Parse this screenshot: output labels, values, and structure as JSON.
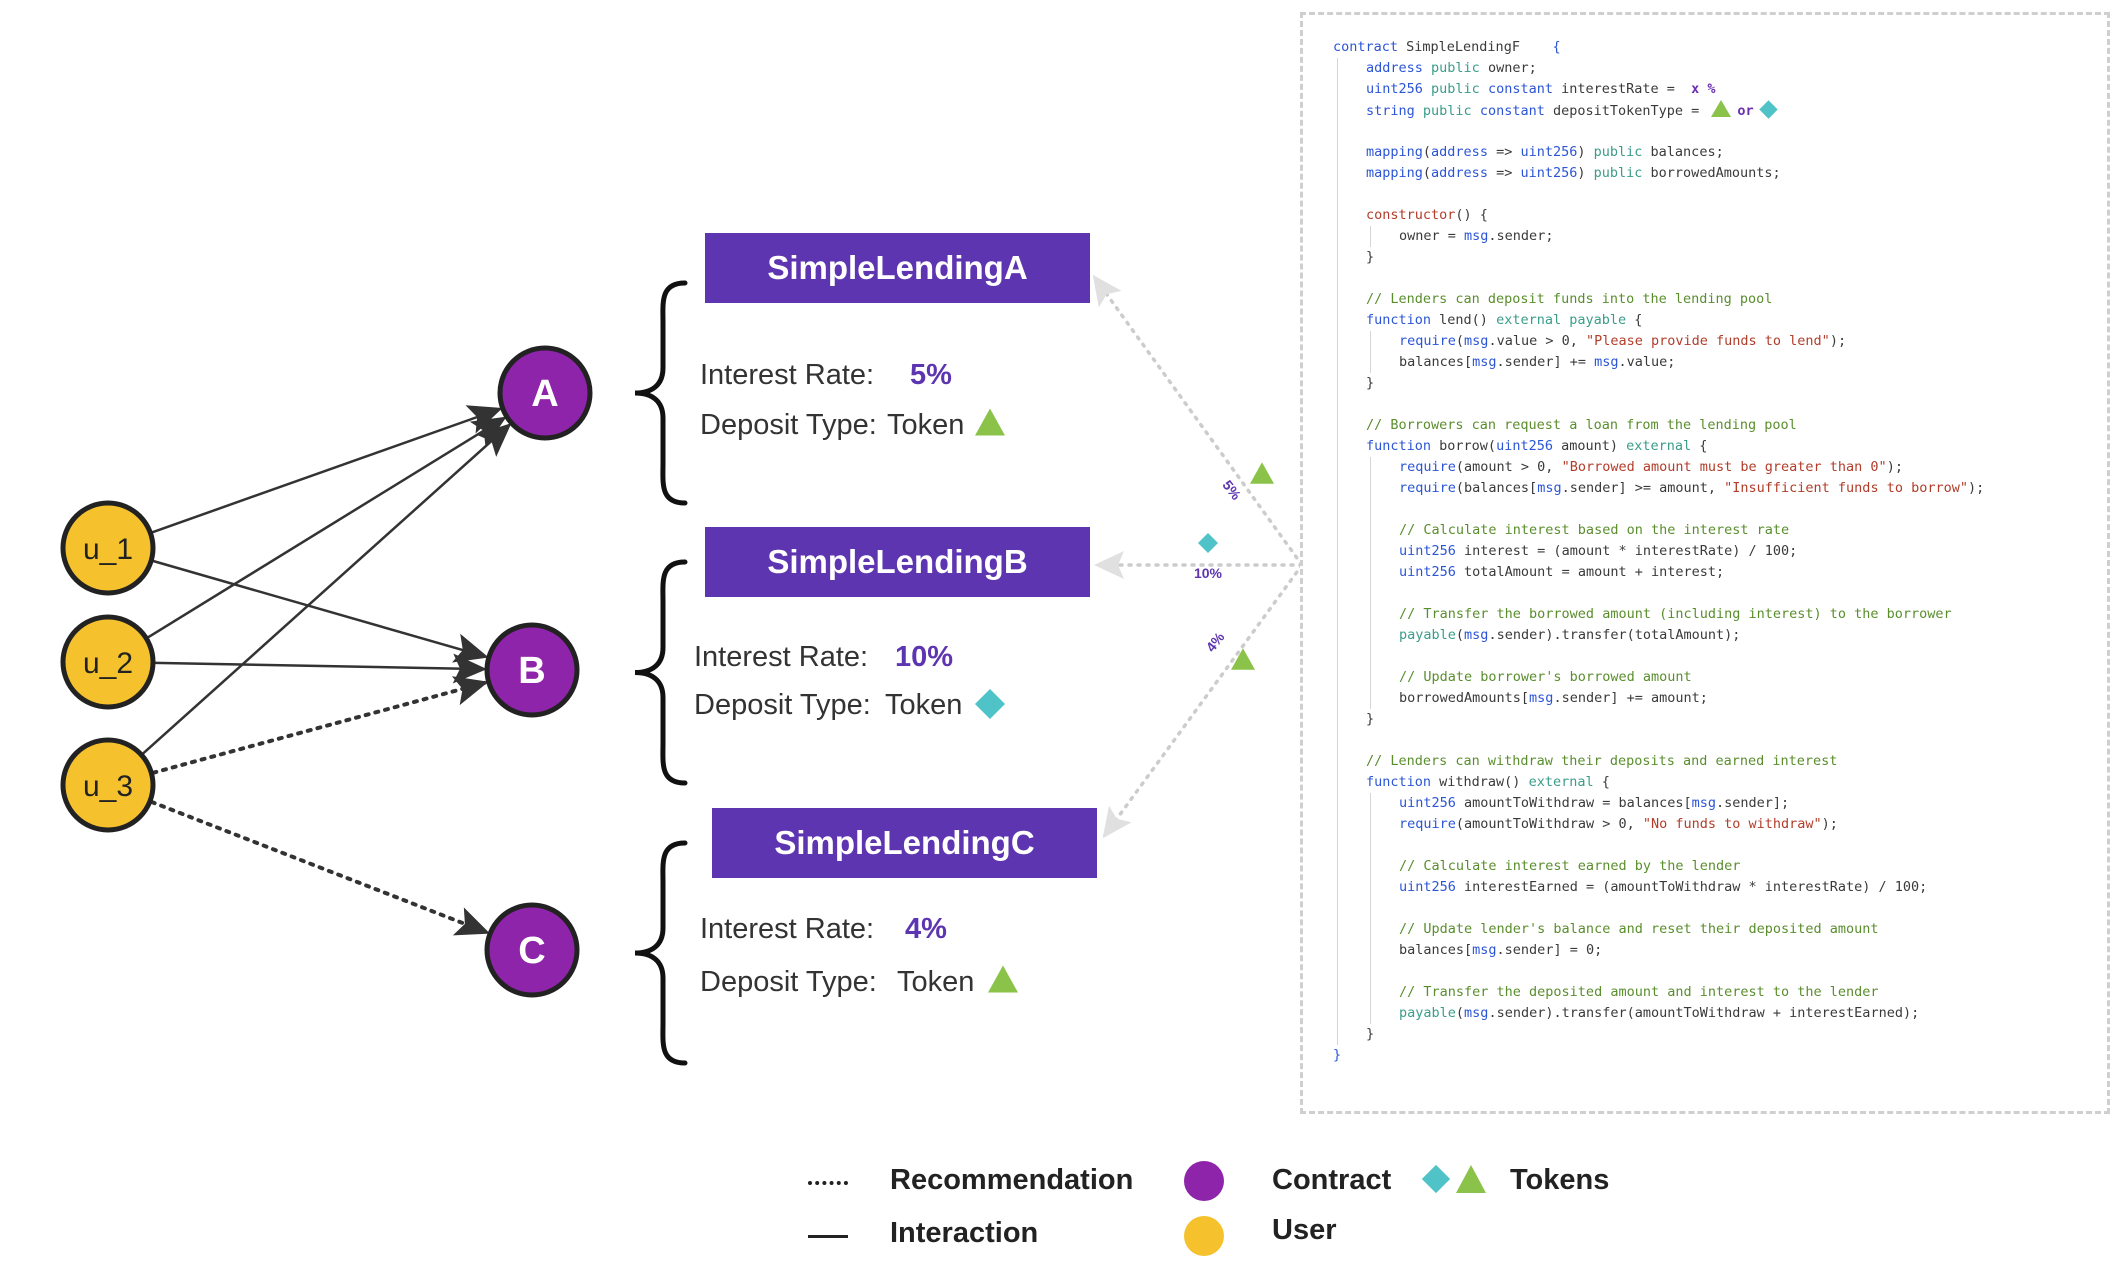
{
  "users": [
    {
      "id": "u1",
      "label": "u_1"
    },
    {
      "id": "u2",
      "label": "u_2"
    },
    {
      "id": "u3",
      "label": "u_3"
    }
  ],
  "contracts": [
    {
      "id": "A",
      "label": "A",
      "title": "SimpleLendingA",
      "rate_label": "Interest Rate:",
      "rate": "5%",
      "deposit_label": "Deposit Type:",
      "deposit": "Token",
      "token": "triangle",
      "edge_label": "5%"
    },
    {
      "id": "B",
      "label": "B",
      "title": "SimpleLendingB",
      "rate_label": "Interest Rate:",
      "rate": "10%",
      "deposit_label": "Deposit Type:",
      "deposit": "Token",
      "token": "diamond",
      "edge_label": "10%"
    },
    {
      "id": "C",
      "label": "C",
      "title": "SimpleLendingC",
      "rate_label": "Interest Rate:",
      "rate": "4%",
      "deposit_label": "Deposit Type:",
      "deposit": "Token",
      "token": "triangle",
      "edge_label": "4%"
    }
  ],
  "edges": [
    {
      "from": "u1",
      "to": "A",
      "kind": "interaction"
    },
    {
      "from": "u1",
      "to": "B",
      "kind": "interaction"
    },
    {
      "from": "u2",
      "to": "A",
      "kind": "interaction"
    },
    {
      "from": "u2",
      "to": "B",
      "kind": "interaction"
    },
    {
      "from": "u3",
      "to": "A",
      "kind": "interaction"
    },
    {
      "from": "u3",
      "to": "B",
      "kind": "recommendation"
    },
    {
      "from": "u3",
      "to": "C",
      "kind": "recommendation"
    }
  ],
  "code": {
    "lines": [
      [
        {
          "t": "contract ",
          "c": "kw"
        },
        {
          "t": "SimpleLendingF    "
        },
        {
          "t": "{",
          "c": "kw"
        }
      ],
      [
        {
          "t": "address ",
          "c": "kw"
        },
        {
          "t": "public ",
          "c": "mod"
        },
        {
          "t": "owner;"
        }
      ],
      [
        {
          "t": "uint256 ",
          "c": "kw"
        },
        {
          "t": "public ",
          "c": "mod"
        },
        {
          "t": "constant ",
          "c": "kw"
        },
        {
          "t": "interestRate =  "
        },
        {
          "t": "x %",
          "c": "pu"
        }
      ],
      [
        {
          "t": "string ",
          "c": "kw"
        },
        {
          "t": "public ",
          "c": "mod"
        },
        {
          "t": "constant ",
          "c": "kw"
        },
        {
          "t": "depositTokenType = "
        },
        {
          "shape": "triangle"
        },
        {
          "t": "or",
          "c": "pu"
        },
        {
          "shape": "diamond"
        }
      ],
      [],
      [
        {
          "t": "mapping",
          "c": "kw"
        },
        {
          "t": "("
        },
        {
          "t": "address",
          "c": "kw"
        },
        {
          "t": " => "
        },
        {
          "t": "uint256",
          "c": "kw"
        },
        {
          "t": ") "
        },
        {
          "t": "public ",
          "c": "mod"
        },
        {
          "t": "balances;"
        }
      ],
      [
        {
          "t": "mapping",
          "c": "kw"
        },
        {
          "t": "("
        },
        {
          "t": "address",
          "c": "kw"
        },
        {
          "t": " => "
        },
        {
          "t": "uint256",
          "c": "kw"
        },
        {
          "t": ") "
        },
        {
          "t": "public ",
          "c": "mod"
        },
        {
          "t": "borrowedAmounts;"
        }
      ],
      [],
      [
        {
          "t": "constructor",
          "c": "st"
        },
        {
          "t": "() {"
        }
      ],
      [
        {
          "t": "owner = "
        },
        {
          "t": "msg",
          "c": "kw"
        },
        {
          "t": ".sender;"
        }
      ],
      [
        {
          "t": "}"
        }
      ],
      [],
      [
        {
          "t": "// Lenders can deposit funds into the lending pool",
          "c": "cm"
        }
      ],
      [
        {
          "t": "function ",
          "c": "kw"
        },
        {
          "t": "lend() "
        },
        {
          "t": "external payable ",
          "c": "mod"
        },
        {
          "t": "{"
        }
      ],
      [
        {
          "t": "require",
          "c": "kw"
        },
        {
          "t": "("
        },
        {
          "t": "msg",
          "c": "kw"
        },
        {
          "t": ".value > 0, "
        },
        {
          "t": "\"Please provide funds to lend\"",
          "c": "st"
        },
        {
          "t": ");"
        }
      ],
      [
        {
          "t": "balances["
        },
        {
          "t": "msg",
          "c": "kw"
        },
        {
          "t": ".sender] += "
        },
        {
          "t": "msg",
          "c": "kw"
        },
        {
          "t": ".value;"
        }
      ],
      [
        {
          "t": "}"
        }
      ],
      [],
      [
        {
          "t": "// Borrowers can request a loan from the lending pool",
          "c": "cm"
        }
      ],
      [
        {
          "t": "function ",
          "c": "kw"
        },
        {
          "t": "borrow("
        },
        {
          "t": "uint256 ",
          "c": "kw"
        },
        {
          "t": "amount) "
        },
        {
          "t": "external ",
          "c": "mod"
        },
        {
          "t": "{"
        }
      ],
      [
        {
          "t": "require",
          "c": "kw"
        },
        {
          "t": "(amount > 0, "
        },
        {
          "t": "\"Borrowed amount must be greater than 0\"",
          "c": "st"
        },
        {
          "t": ");"
        }
      ],
      [
        {
          "t": "require",
          "c": "kw"
        },
        {
          "t": "(balances["
        },
        {
          "t": "msg",
          "c": "kw"
        },
        {
          "t": ".sender] >= amount, "
        },
        {
          "t": "\"Insufficient funds to borrow\"",
          "c": "st"
        },
        {
          "t": ");"
        }
      ],
      [],
      [
        {
          "t": "// Calculate interest based on the interest rate",
          "c": "cm"
        }
      ],
      [
        {
          "t": "uint256 ",
          "c": "kw"
        },
        {
          "t": "interest = (amount * interestRate) / 100;"
        }
      ],
      [
        {
          "t": "uint256 ",
          "c": "kw"
        },
        {
          "t": "totalAmount = amount + interest;"
        }
      ],
      [],
      [
        {
          "t": "// Transfer the borrowed amount (including interest) to the borrower",
          "c": "cm"
        }
      ],
      [
        {
          "t": "payable",
          "c": "mod"
        },
        {
          "t": "("
        },
        {
          "t": "msg",
          "c": "kw"
        },
        {
          "t": ".sender).transfer(totalAmount);"
        }
      ],
      [],
      [
        {
          "t": "// Update borrower's borrowed amount",
          "c": "cm"
        }
      ],
      [
        {
          "t": "borrowedAmounts["
        },
        {
          "t": "msg",
          "c": "kw"
        },
        {
          "t": ".sender] += amount;"
        }
      ],
      [
        {
          "t": "}"
        }
      ],
      [],
      [
        {
          "t": "// Lenders can withdraw their deposits and earned interest",
          "c": "cm"
        }
      ],
      [
        {
          "t": "function ",
          "c": "kw"
        },
        {
          "t": "withdraw() "
        },
        {
          "t": "external ",
          "c": "mod"
        },
        {
          "t": "{"
        }
      ],
      [
        {
          "t": "uint256 ",
          "c": "kw"
        },
        {
          "t": "amountToWithdraw = balances["
        },
        {
          "t": "msg",
          "c": "kw"
        },
        {
          "t": ".sender];"
        }
      ],
      [
        {
          "t": "require",
          "c": "kw"
        },
        {
          "t": "(amountToWithdraw > 0, "
        },
        {
          "t": "\"No funds to withdraw\"",
          "c": "st"
        },
        {
          "t": ");"
        }
      ],
      [],
      [
        {
          "t": "// Calculate interest earned by the lender",
          "c": "cm"
        }
      ],
      [
        {
          "t": "uint256 ",
          "c": "kw"
        },
        {
          "t": "interestEarned = (amountToWithdraw * interestRate) / 100;"
        }
      ],
      [],
      [
        {
          "t": "// Update lender's balance and reset their deposited amount",
          "c": "cm"
        }
      ],
      [
        {
          "t": "balances["
        },
        {
          "t": "msg",
          "c": "kw"
        },
        {
          "t": ".sender] = 0;"
        }
      ],
      [],
      [
        {
          "t": "// Transfer the deposited amount and interest to the lender",
          "c": "cm"
        }
      ],
      [
        {
          "t": "payable",
          "c": "mod"
        },
        {
          "t": "("
        },
        {
          "t": "msg",
          "c": "kw"
        },
        {
          "t": ".sender).transfer(amountToWithdraw + interestEarned);"
        }
      ],
      [
        {
          "t": "}"
        }
      ],
      [
        {
          "t": "}",
          "c": "kw"
        }
      ]
    ]
  },
  "legend": {
    "recommendation": "Recommendation",
    "interaction": "Interaction",
    "contract": "Contract",
    "user": "User",
    "tokens": "Tokens"
  },
  "colors": {
    "user": "#f5c22e",
    "contract": "#8e24aa",
    "contract_header": "#5e35b1",
    "rate": "#5e35b1",
    "triangle_token": "#8bc34a",
    "diamond_token": "#4fc3c8",
    "edge": "#333333",
    "code_link": "#cccccc"
  }
}
